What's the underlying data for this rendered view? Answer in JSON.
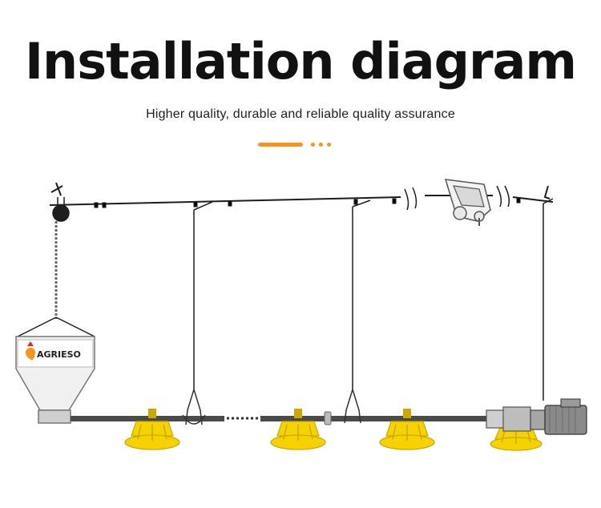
{
  "header": {
    "title": "Installation diagram",
    "subtitle": "Higher quality, durable and reliable quality assurance"
  },
  "colors": {
    "accent": "#f7941d",
    "feeder": "#f5d200",
    "feeder_dark": "#c9a800",
    "pipe": "#4a4a4a",
    "cable": "#1e1e1e",
    "motor": "#8a8a8a"
  },
  "hopper": {
    "brand": "AGRIESO",
    "brand_icon": "rooster-logo-icon"
  },
  "icons": {
    "pulley": "pulley-icon",
    "winch": "winch-icon",
    "motor": "motor-icon"
  }
}
